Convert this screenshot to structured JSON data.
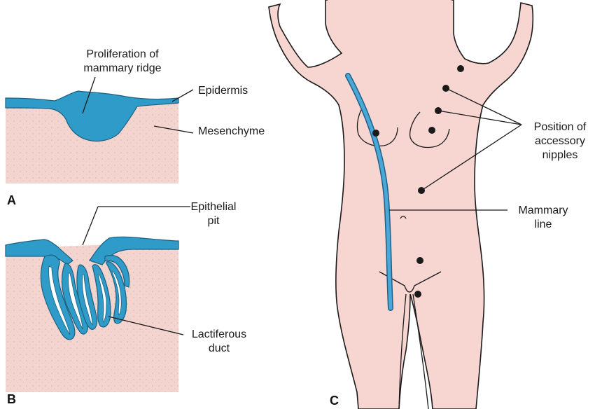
{
  "panels": {
    "a": {
      "letter": "A",
      "labels": {
        "proliferation_line1": "Proliferation of",
        "proliferation_line2": "mammary ridge",
        "epidermis": "Epidermis",
        "mesenchyme": "Mesenchyme"
      }
    },
    "b": {
      "letter": "B",
      "labels": {
        "pit_line1": "Epithelial",
        "pit_line2": "pit",
        "duct_line1": "Lactiferous",
        "duct_line2": "duct"
      }
    },
    "c": {
      "letter": "C",
      "labels": {
        "position_line1": "Position of",
        "position_line2": "accessory",
        "position_line3": "nipples",
        "mammary_line1": "Mammary",
        "mammary_line2": "line"
      }
    }
  },
  "colors": {
    "epithelium": "#2f9bc8",
    "mesenchyme": "#f3d4cf",
    "skin": "#f7d6d2",
    "mammary_line": "#4aa8d8",
    "nipple": "#1a1a1a"
  }
}
